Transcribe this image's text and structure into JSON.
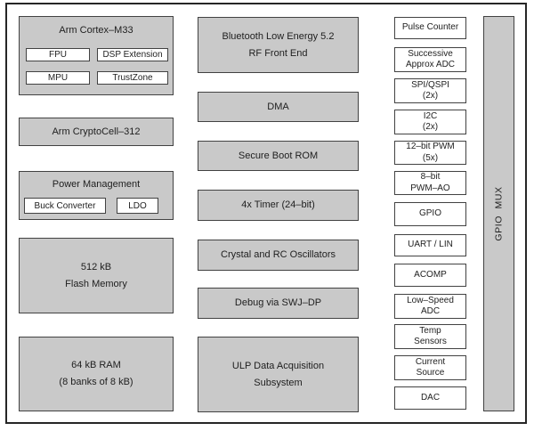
{
  "colors": {
    "box_fill": "#c9c9c9",
    "white_fill": "#ffffff",
    "box_border": "#424242",
    "frame_border": "#262626",
    "text": "#1e1e1e"
  },
  "blocks": {
    "left": {
      "cortex": {
        "title": "Arm Cortex–M33",
        "fpu": "FPU",
        "dsp": "DSP Extension",
        "mpu": "MPU",
        "trustzone": "TrustZone"
      },
      "cryptocell": "Arm CryptoCell–312",
      "power": {
        "title": "Power Management",
        "buck": "Buck Converter",
        "ldo": "LDO"
      },
      "flash": {
        "lines": [
          "512 kB",
          "Flash Memory"
        ]
      },
      "ram": {
        "lines": [
          "64 kB RAM",
          "(8 banks of 8 kB)"
        ]
      }
    },
    "middle": [
      {
        "lines": [
          "Bluetooth Low Energy 5.2",
          "RF Front End"
        ]
      },
      {
        "lines": [
          "DMA"
        ]
      },
      {
        "lines": [
          "Secure Boot ROM"
        ]
      },
      {
        "lines": [
          "4x Timer (24–bit)"
        ]
      },
      {
        "lines": [
          "Crystal and RC Oscillators"
        ]
      },
      {
        "lines": [
          "Debug via SWJ–DP"
        ]
      },
      {
        "lines": [
          "ULP Data Acquisition",
          "Subsystem"
        ]
      }
    ],
    "right": [
      {
        "lines": [
          "Pulse Counter"
        ]
      },
      {
        "lines": [
          "Successive",
          "Approx ADC"
        ]
      },
      {
        "lines": [
          "SPI/QSPI",
          "(2x)"
        ]
      },
      {
        "lines": [
          "I2C",
          "(2x)"
        ]
      },
      {
        "lines": [
          "12–bit PWM",
          "(5x)"
        ]
      },
      {
        "lines": [
          "8–bit",
          "PWM–AO"
        ]
      },
      {
        "lines": [
          "GPIO"
        ]
      },
      {
        "lines": [
          "UART / LIN"
        ]
      },
      {
        "lines": [
          "ACOMP"
        ]
      },
      {
        "lines": [
          "Low–Speed",
          "ADC"
        ]
      },
      {
        "lines": [
          "Temp",
          "Sensors"
        ]
      },
      {
        "lines": [
          "Current",
          "Source"
        ]
      },
      {
        "lines": [
          "DAC"
        ]
      }
    ],
    "gpio_mux": "GPIO MUX"
  }
}
